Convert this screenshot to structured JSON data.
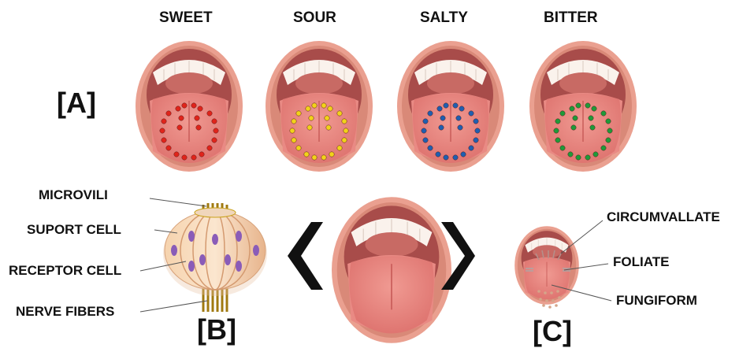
{
  "tastes": [
    {
      "label": "SWEET",
      "dot_color": "#e0241b"
    },
    {
      "label": "SOUR",
      "dot_color": "#f2d21a"
    },
    {
      "label": "SALTY",
      "dot_color": "#1f5fb0"
    },
    {
      "label": "BITTER",
      "dot_color": "#1f9a3a"
    }
  ],
  "panels": {
    "a": "[A]",
    "b": "[B]",
    "c": "[C]"
  },
  "taste_bud_parts": [
    "MICROVILI",
    "SUPORT CELL",
    "RECEPTOR CELL",
    "NERVE FIBERS"
  ],
  "papillae": [
    "CIRCUMVALLATE",
    "FOLIATE",
    "FUNGIFORM"
  ],
  "colors": {
    "lip": "#eaa090",
    "mouth_dark": "#a84c4a",
    "tongue": "#ea857f",
    "teeth": "#faf2ec",
    "bud_gold": "#c9a21a",
    "receptor": "#8a5cb8"
  }
}
